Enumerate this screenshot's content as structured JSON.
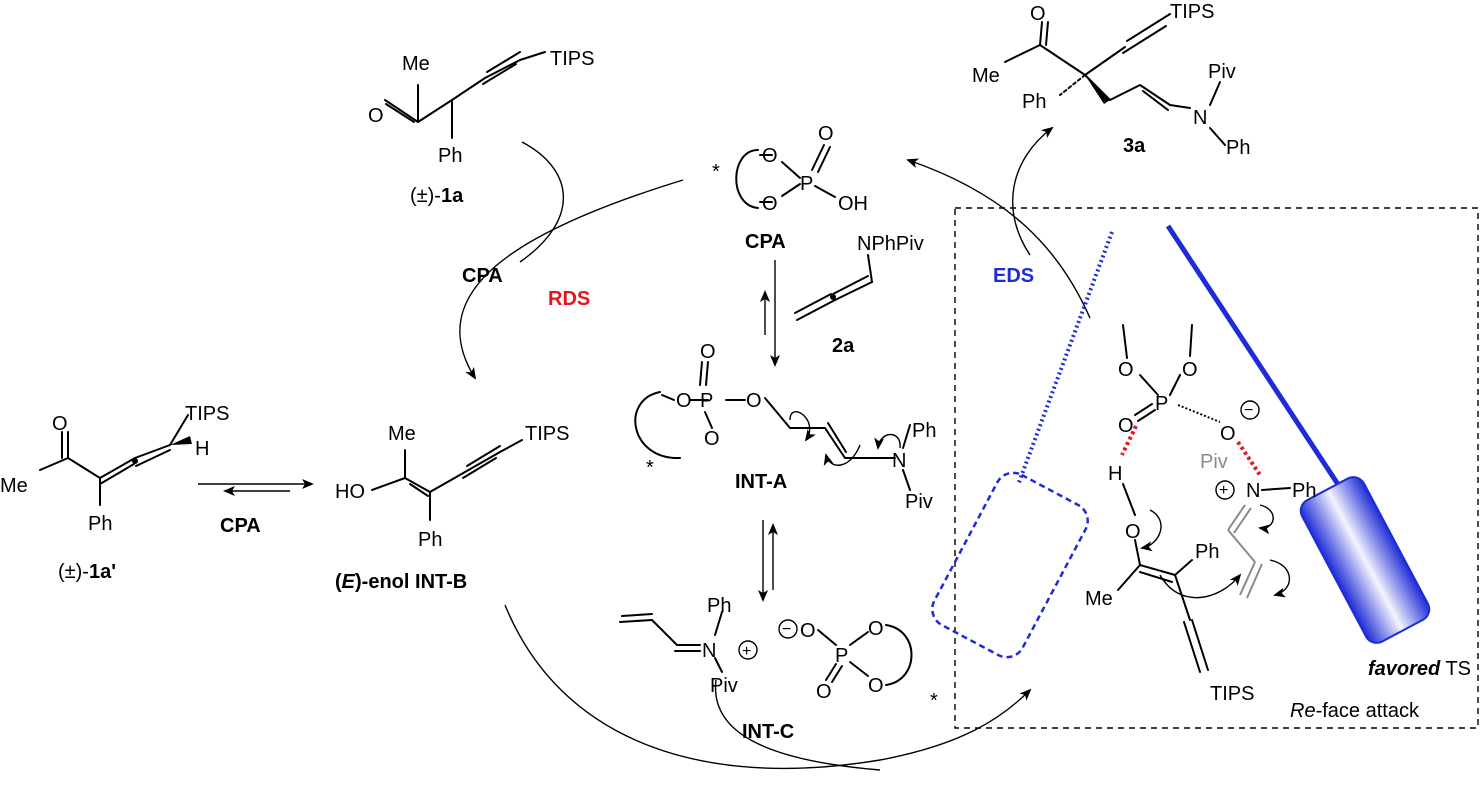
{
  "colors": {
    "rds": "#e8141c",
    "eds": "#1e2bd6",
    "blue": "#1e2bd6",
    "hbond": "#e8141c",
    "ts_grey": "#8a8a8a"
  },
  "labels": {
    "me": "Me",
    "tips": "TIPS",
    "ph": "Ph",
    "piv": "Piv",
    "o": "O",
    "oh": "OH",
    "ho": "HO",
    "h": "H",
    "p": "P",
    "n": "N",
    "star": "*",
    "nphpiv": "NPhPiv",
    "pm": "(±)-",
    "c1a": "1a",
    "c1ap": "1a'",
    "cpa": "CPA",
    "rds": "RDS",
    "eds": "EDS",
    "c2a": "2a",
    "c3a": "3a",
    "int_a": "INT-A",
    "int_c": "INT-C",
    "e_paren_open": "(",
    "e_letter": "E",
    "int_b_rest": ")-enol INT-B",
    "favored": "favored",
    "ts": "TS",
    "re": "Re",
    "face_attack": "-face attack",
    "plus": "+",
    "minus": "−"
  }
}
